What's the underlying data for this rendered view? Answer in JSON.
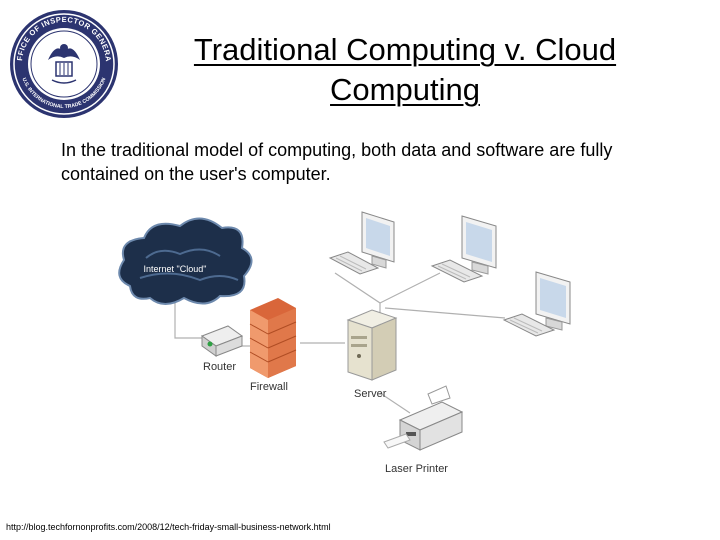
{
  "seal": {
    "outer_text_top": "OFFICE OF INSPECTOR GENERAL",
    "outer_text_bottom": "U.S. INTERNATIONAL TRADE COMMISSION"
  },
  "slide": {
    "title": "Traditional Computing v. Cloud Computing",
    "body": "In the traditional model of computing, both data and software are fully contained on the user's computer."
  },
  "diagram": {
    "cloud_label": "Internet \"Cloud\"",
    "router_label": "Router",
    "firewall_label": "Firewall",
    "server_label": "Server",
    "printer_label": "Laser Printer"
  },
  "source": {
    "url": "http://blog.techfornonprofits.com/2008/12/tech-friday-small-business-network.html"
  },
  "colors": {
    "seal_navy": "#2c3470",
    "cloud_dark": "#1d2f4a",
    "firewall_orange": "#e0784a",
    "screen_blue": "#c8d8ea"
  }
}
